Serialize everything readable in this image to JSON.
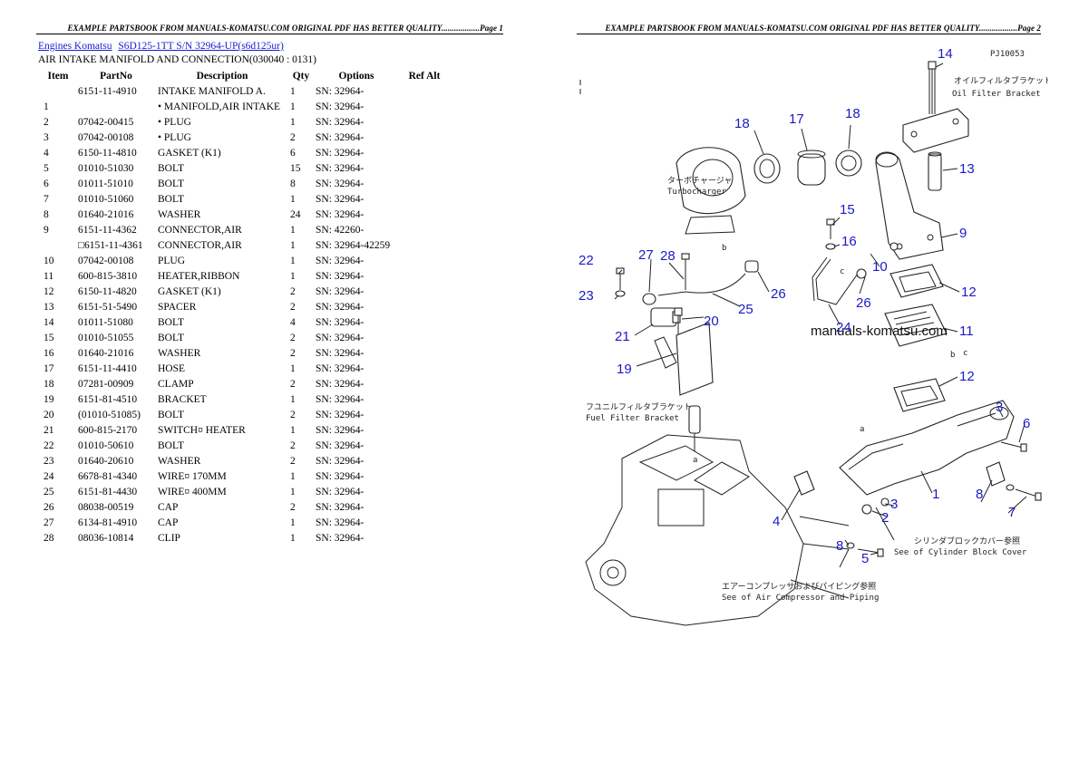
{
  "header": {
    "left": "EXAMPLE PARTSBOOK FROM MANUALS-KOMATSU.COM ORIGINAL PDF HAS BETTER QUALITY..................Page 1",
    "right": "EXAMPLE PARTSBOOK FROM MANUALS-KOMATSU.COM ORIGINAL PDF HAS BETTER QUALITY..................Page 2"
  },
  "breadcrumbs": [
    "Engines Komatsu",
    "S6D125-1TT S/N 32964-UP(s6d125ur)"
  ],
  "subtitle": "AIR INTAKE MANIFOLD AND CONNECTION(030040 : 0131)",
  "table": {
    "columns": [
      "Item",
      "PartNo",
      "Description",
      "Qty",
      "Options",
      "Ref Alt"
    ],
    "rows": [
      [
        "",
        "6151-11-4910",
        "INTAKE MANIFOLD A.",
        "1",
        "SN: 32964-",
        ""
      ],
      [
        "1",
        "",
        "• MANIFOLD,AIR INTAKE",
        "1",
        "SN: 32964-",
        ""
      ],
      [
        "2",
        "07042-00415",
        "• PLUG",
        "1",
        "SN: 32964-",
        ""
      ],
      [
        "3",
        "07042-00108",
        "• PLUG",
        "2",
        "SN: 32964-",
        ""
      ],
      [
        "4",
        "6150-11-4810",
        "GASKET (K1)",
        "6",
        "SN: 32964-",
        ""
      ],
      [
        "5",
        "01010-51030",
        "BOLT",
        "15",
        "SN: 32964-",
        ""
      ],
      [
        "6",
        "01011-51010",
        "BOLT",
        "8",
        "SN: 32964-",
        ""
      ],
      [
        "7",
        "01010-51060",
        "BOLT",
        "1",
        "SN: 32964-",
        ""
      ],
      [
        "8",
        "01640-21016",
        "WASHER",
        "24",
        "SN: 32964-",
        ""
      ],
      [
        "9",
        "6151-11-4362",
        "CONNECTOR,AIR",
        "1",
        "SN: 42260-",
        ""
      ],
      [
        "",
        "□6151-11-4361",
        "CONNECTOR,AIR",
        "1",
        "SN: 32964-42259",
        ""
      ],
      [
        "10",
        "07042-00108",
        "PLUG",
        "1",
        "SN: 32964-",
        ""
      ],
      [
        "11",
        "600-815-3810",
        "HEATER,RIBBON",
        "1",
        "SN: 32964-",
        ""
      ],
      [
        "12",
        "6150-11-4820",
        "GASKET (K1)",
        "2",
        "SN: 32964-",
        ""
      ],
      [
        "13",
        "6151-51-5490",
        "SPACER",
        "2",
        "SN: 32964-",
        ""
      ],
      [
        "14",
        "01011-51080",
        "BOLT",
        "4",
        "SN: 32964-",
        ""
      ],
      [
        "15",
        "01010-51055",
        "BOLT",
        "2",
        "SN: 32964-",
        ""
      ],
      [
        "16",
        "01640-21016",
        "WASHER",
        "2",
        "SN: 32964-",
        ""
      ],
      [
        "17",
        "6151-11-4410",
        "HOSE",
        "1",
        "SN: 32964-",
        ""
      ],
      [
        "18",
        "07281-00909",
        "CLAMP",
        "2",
        "SN: 32964-",
        ""
      ],
      [
        "19",
        "6151-81-4510",
        "BRACKET",
        "1",
        "SN: 32964-",
        ""
      ],
      [
        "20",
        "(01010-51085)",
        "BOLT",
        "2",
        "SN: 32964-",
        ""
      ],
      [
        "21",
        "600-815-2170",
        "SWITCH¤ HEATER",
        "1",
        "SN: 32964-",
        ""
      ],
      [
        "22",
        "01010-50610",
        "BOLT",
        "2",
        "SN: 32964-",
        ""
      ],
      [
        "23",
        "01640-20610",
        "WASHER",
        "2",
        "SN: 32964-",
        ""
      ],
      [
        "24",
        "6678-81-4340",
        "WIRE¤ 170MM",
        "1",
        "SN: 32964-",
        ""
      ],
      [
        "25",
        "6151-81-4430",
        "WIRE¤ 400MM",
        "1",
        "SN: 32964-",
        ""
      ],
      [
        "26",
        "08038-00519",
        "CAP",
        "2",
        "SN: 32964-",
        ""
      ],
      [
        "27",
        "6134-81-4910",
        "CAP",
        "1",
        "SN: 32964-",
        ""
      ],
      [
        "28",
        "08036-10814",
        "CLIP",
        "1",
        "SN: 32964-",
        ""
      ]
    ]
  },
  "diagram": {
    "code": "PJ10053",
    "watermark": "manuals-komatsu.com",
    "labels": {
      "oil_filter_jp": "オイルフィルタブラケット",
      "oil_filter_en": "Oil Filter Bracket",
      "turbo_jp": "ターボチャージャ",
      "turbo_en": "Turbocharger",
      "fuel_filter_jp": "フユニルフィルタブラケット",
      "fuel_filter_en": "Fuel Filter Bracket",
      "cyl_jp": "シリンダブロックカバー参照",
      "cyl_en": "See of Cylinder Block Cover",
      "air_jp": "エアーコンプレッサおよびパイピング参照",
      "air_en": "See of Air Compressor and Piping",
      "letter_a": "a",
      "letter_b": "b",
      "letter_c": "c"
    },
    "callouts": [
      "14",
      "18",
      "17",
      "18",
      "13",
      "15",
      "16",
      "9",
      "10",
      "22",
      "27",
      "28",
      "26",
      "12",
      "23",
      "25",
      "26",
      "20",
      "24",
      "11",
      "21",
      "19",
      "12",
      "3",
      "6",
      "1",
      "8",
      "7",
      "4",
      "2",
      "3",
      "8",
      "5"
    ]
  }
}
